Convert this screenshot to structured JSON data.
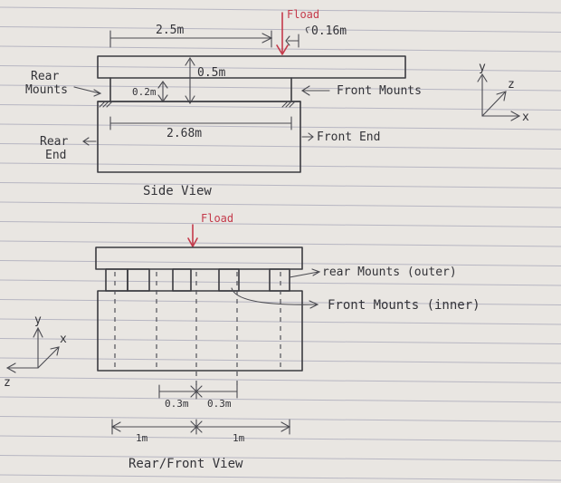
{
  "side_view": {
    "load_label": "Fload",
    "dim_length_top": "2.5m",
    "dim_offset": "0.16m",
    "dim_top_height": "0.5m",
    "dim_mount_height": "0.2m",
    "dim_length_mount": "2.68m",
    "rear_mounts_label": "Rear\nMounts",
    "front_mounts_label": "Front Mounts",
    "rear_end_label": "Rear\nEnd",
    "front_end_label": "Front End",
    "caption": "Side View",
    "axes": {
      "y": "y",
      "z": "z",
      "x": "x"
    }
  },
  "rear_front_view": {
    "load_label": "Fload",
    "rear_mounts_outer_label": "rear Mounts (outer)",
    "front_mounts_inner_label": "Front Mounts (inner)",
    "dim_inner_left": "0.3m",
    "dim_inner_right": "0.3m",
    "dim_outer_left": "1m",
    "dim_outer_right": "1m",
    "caption": "Rear/Front View",
    "axes": {
      "y": "y",
      "x": "x",
      "z": "z"
    }
  },
  "colors": {
    "ink": "#3b3b40",
    "load": "#c43a4b",
    "paper": "#e9e6e2",
    "rules": "#b7b6c2"
  }
}
